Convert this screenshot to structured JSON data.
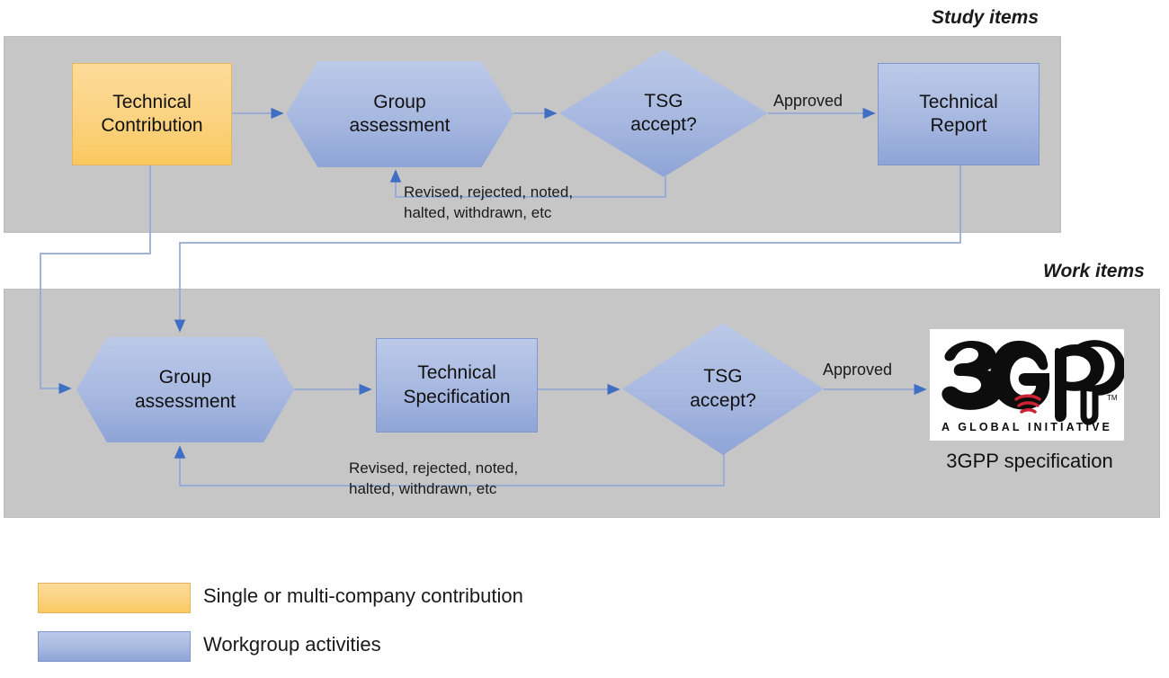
{
  "diagram": {
    "panels": [
      {
        "id": "study",
        "title": "Study items"
      },
      {
        "id": "work",
        "title": "Work items"
      }
    ],
    "study_flow": {
      "nodes": [
        {
          "id": "technical-contribution",
          "label": "Technical\nContribution",
          "shape": "rectangle",
          "fill": "#fbd280"
        },
        {
          "id": "group-assessment",
          "label": "Group\nassessment",
          "shape": "hexagon",
          "fill": "#a7b8e0"
        },
        {
          "id": "tsg-accept",
          "label": "TSG\naccept?",
          "shape": "diamond",
          "fill": "#a7b8e0"
        },
        {
          "id": "technical-report",
          "label": "Technical\nReport",
          "shape": "rectangle",
          "fill": "#a7b8e0"
        }
      ],
      "edge_labels": {
        "approved": "Approved"
      },
      "loop_label": {
        "line1": "Revised, rejected, noted,",
        "line2": "halted, withdrawn, etc"
      }
    },
    "work_flow": {
      "nodes": [
        {
          "id": "group-assessment-2",
          "label": "Group\nassessment",
          "shape": "hexagon",
          "fill": "#a7b8e0"
        },
        {
          "id": "technical-specification",
          "label": "Technical\nSpecification",
          "shape": "rectangle",
          "fill": "#a7b8e0"
        },
        {
          "id": "tsg-accept-2",
          "label": "TSG\naccept?",
          "shape": "diamond",
          "fill": "#a7b8e0"
        },
        {
          "id": "3gpp-specification",
          "label": "3GPP specification",
          "shape": "logo",
          "fill": "#ffffff"
        }
      ],
      "edge_labels": {
        "approved": "Approved"
      },
      "loop_label": {
        "line1": "Revised, rejected, noted,",
        "line2": "halted, withdrawn, etc"
      }
    },
    "logo": {
      "wordmark": "3GPP",
      "tagline": "A GLOBAL INITIATIVE",
      "trademark": "TM",
      "caption": "3GPP specification"
    },
    "legend": [
      {
        "id": "single-or-multi-company-contribution",
        "label": "Single or multi-company contribution",
        "color": "#fbd280"
      },
      {
        "id": "workgroup-activities",
        "label": "Workgroup activities",
        "color": "#a7b8e0"
      }
    ],
    "colors": {
      "panel_background": "#c6c6c6",
      "contribution_fill": "#fbd280",
      "workgroup_fill": "#a7b8e0",
      "connector": "#93a9d4",
      "arrowhead": "#4273c8",
      "text": "#111111"
    }
  }
}
